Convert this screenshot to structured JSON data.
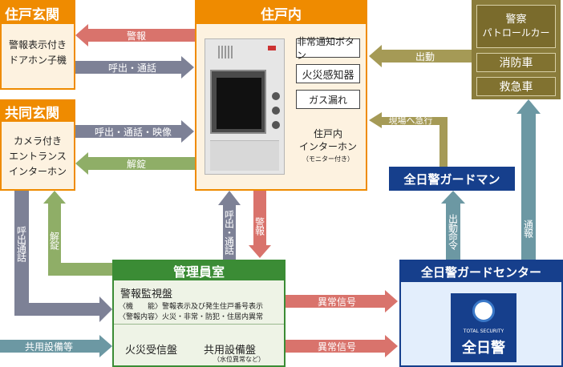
{
  "colors": {
    "orange": "#ef8b00",
    "orange_fill": "#fdf2e0",
    "navy": "#163f8c",
    "green": "#3b8c35",
    "olive": "#8a7c3b",
    "red_arrow": "#d9736c",
    "slate_arrow": "#7d8196",
    "green_arrow": "#8fae67",
    "olive_arrow": "#a59a56",
    "teal_arrow": "#6c98a3"
  },
  "jutaku_genkan": {
    "title": "住戸玄関",
    "line1": "警報表示付き",
    "line2": "ドアホン子機"
  },
  "kyodo_genkan": {
    "title": "共同玄関",
    "line1": "カメラ付き",
    "line2": "エントランス",
    "line3": "インターホン"
  },
  "jukonai": {
    "title": "住戸内",
    "buttons": [
      "非常通知ボタン",
      "火災感知器",
      "ガス漏れ"
    ],
    "label_line1": "住戸内",
    "label_line2": "インターホン",
    "label_sub": "（モニター付き）"
  },
  "police": {
    "line1": "警察",
    "line2": "パトロールカー",
    "fire": "消防車",
    "ambulance": "救急車"
  },
  "guardman": {
    "title": "全日警ガードマン"
  },
  "kanri": {
    "title": "管理員室",
    "monitor_title": "警報監視盤",
    "monitor_line1": "〈機　　能〉警報表示及び発生住戸番号表示",
    "monitor_line2": "〈警報内容〉火災・非常・防犯・住居内異常",
    "fire_panel": "火災受信盤",
    "common_panel": "共用設備盤",
    "common_sub": "（水位異常など）"
  },
  "center": {
    "title": "全日警ガードセンター",
    "logo_small": "TOTAL SECURITY",
    "logo_big": "全日警"
  },
  "arrows": {
    "keiho_top": "警報",
    "yobidashi_top": "呼出・通話",
    "yobidashi_eizo": "呼出・通話・映像",
    "kaijo": "解錠",
    "shutsudo": "出動",
    "genba": "現場へ急行",
    "yobidashi_left": "呼出通話",
    "kaijo_left": "解錠",
    "yobidashi_mid": "呼出・通話",
    "keiho_mid": "警報",
    "shutsudo_meirei": "出動命令",
    "tsuho": "通報",
    "ijo1": "異常信号",
    "ijo2": "異常信号",
    "kyoyo": "共用設備等"
  }
}
